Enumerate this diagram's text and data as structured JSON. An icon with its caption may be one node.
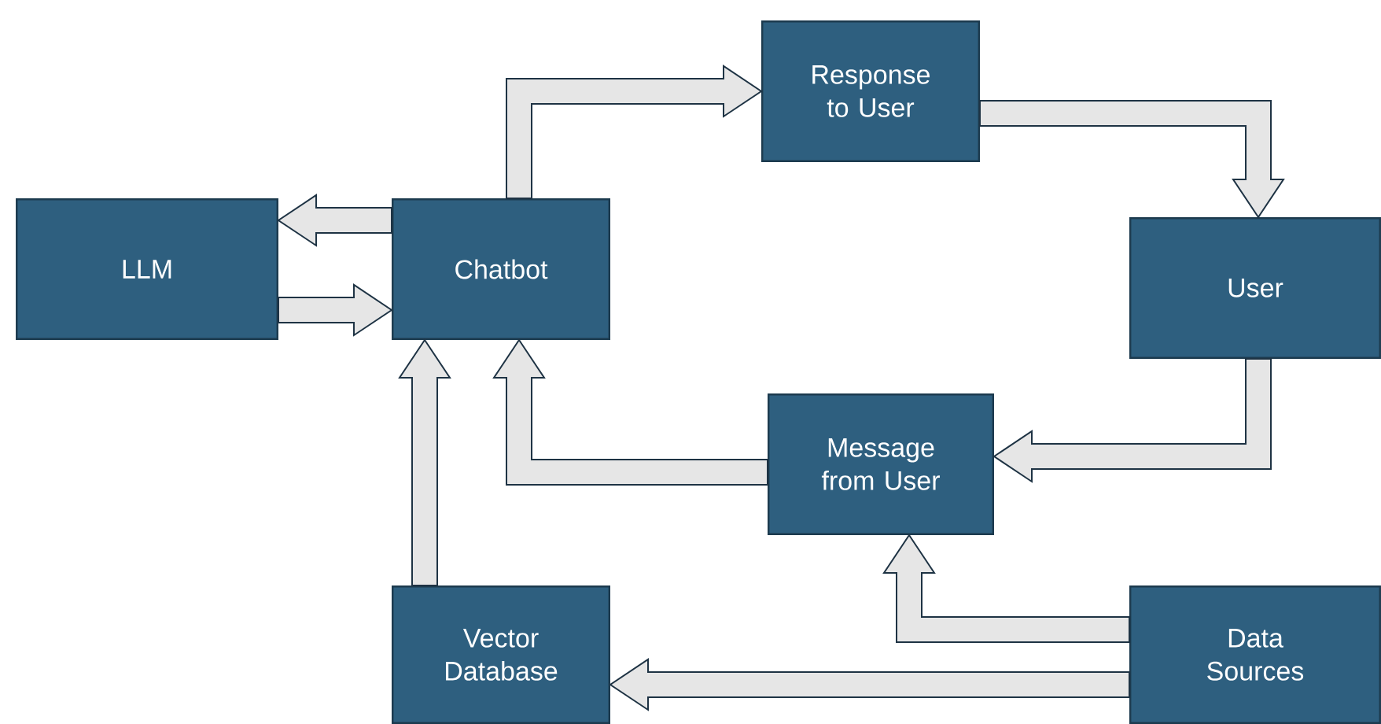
{
  "diagram": {
    "nodes": [
      {
        "text": [
          "LLM"
        ]
      },
      {
        "text": [
          "Chatbot"
        ]
      },
      {
        "text": [
          "Response to User"
        ]
      },
      {
        "text": [
          "User"
        ]
      },
      {
        "text": [
          "Message from User"
        ]
      },
      {
        "text": [
          "Vector Database"
        ]
      },
      {
        "text": [
          "Data Sources"
        ]
      }
    ],
    "edges": [
      {
        "from": 1,
        "to": 0,
        "arrow": "to"
      },
      {
        "from": 0,
        "to": 1,
        "arrow": "to"
      },
      {
        "from": 1,
        "to": 2,
        "arrow": "to"
      },
      {
        "from": 2,
        "to": 3,
        "arrow": "to"
      },
      {
        "from": 3,
        "to": 4,
        "arrow": "to"
      },
      {
        "from": 4,
        "to": 1,
        "arrow": "to"
      },
      {
        "from": 5,
        "to": 1,
        "arrow": "to"
      },
      {
        "from": 6,
        "to": 4,
        "arrow": "to"
      },
      {
        "from": 6,
        "to": 5,
        "arrow": "to"
      }
    ]
  }
}
